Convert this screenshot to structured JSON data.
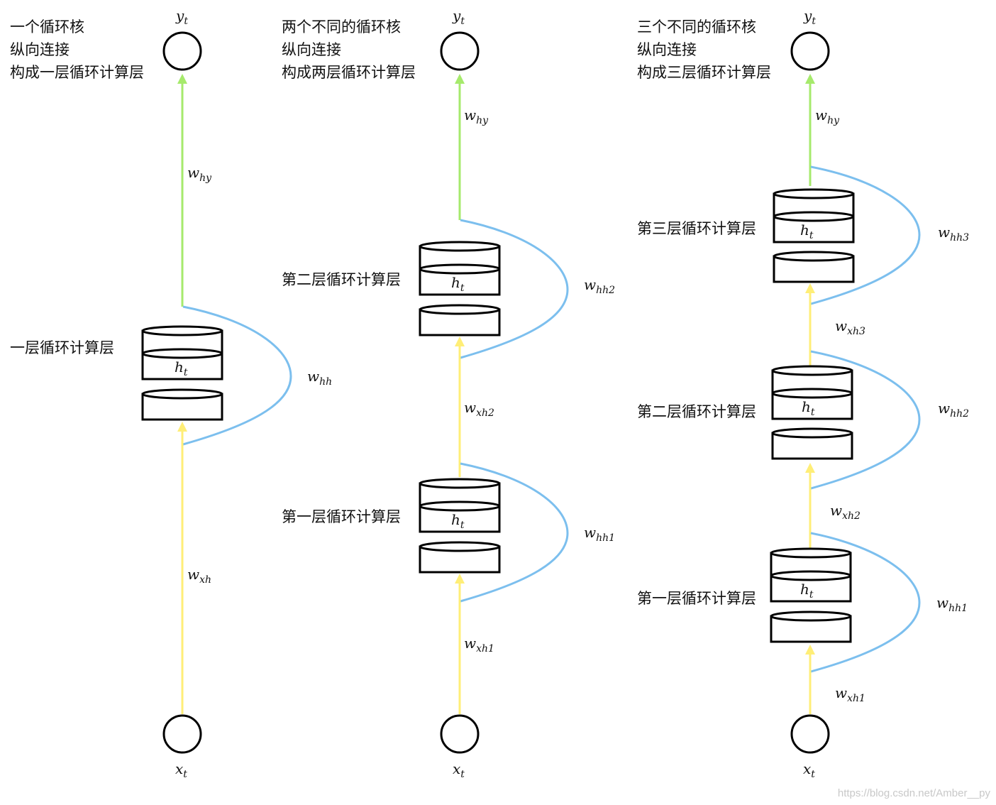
{
  "colors": {
    "input_arrow": "#ffee77",
    "output_arrow": "#a6ea6c",
    "recurrent_curve": "#7cbfee",
    "outline": "#000000"
  },
  "columns": [
    {
      "heading": [
        "一个循环核",
        "纵向连接",
        "构成一层循环计算层"
      ],
      "output": {
        "label": "y",
        "sub": "t"
      },
      "input": {
        "label": "x",
        "sub": "t"
      },
      "w_out": {
        "label": "w",
        "sub": "hy"
      },
      "layers": [
        {
          "name": "一层循环计算层",
          "state": {
            "label": "h",
            "sub": "t"
          },
          "w_rec": {
            "label": "w",
            "sub": "hh"
          },
          "w_in": {
            "label": "w",
            "sub": "xh"
          }
        }
      ]
    },
    {
      "heading": [
        "两个不同的循环核",
        "纵向连接",
        "构成两层循环计算层"
      ],
      "output": {
        "label": "y",
        "sub": "t"
      },
      "input": {
        "label": "x",
        "sub": "t"
      },
      "w_out": {
        "label": "w",
        "sub": "hy"
      },
      "layers": [
        {
          "name": "第一层循环计算层",
          "state": {
            "label": "h",
            "sub": "t"
          },
          "w_rec": {
            "label": "w",
            "sub": "hh1"
          },
          "w_in": {
            "label": "w",
            "sub": "xh1"
          }
        },
        {
          "name": "第二层循环计算层",
          "state": {
            "label": "h",
            "sub": "t"
          },
          "w_rec": {
            "label": "w",
            "sub": "hh2"
          },
          "w_in": {
            "label": "w",
            "sub": "xh2"
          }
        }
      ]
    },
    {
      "heading": [
        "三个不同的循环核",
        "纵向连接",
        "构成三层循环计算层"
      ],
      "output": {
        "label": "y",
        "sub": "t"
      },
      "input": {
        "label": "x",
        "sub": "t"
      },
      "w_out": {
        "label": "w",
        "sub": "hy"
      },
      "layers": [
        {
          "name": "第一层循环计算层",
          "state": {
            "label": "h",
            "sub": "t"
          },
          "w_rec": {
            "label": "w",
            "sub": "hh1"
          },
          "w_in": {
            "label": "w",
            "sub": "xh1"
          }
        },
        {
          "name": "第二层循环计算层",
          "state": {
            "label": "h",
            "sub": "t"
          },
          "w_rec": {
            "label": "w",
            "sub": "hh2"
          },
          "w_in": {
            "label": "w",
            "sub": "xh2"
          }
        },
        {
          "name": "第三层循环计算层",
          "state": {
            "label": "h",
            "sub": "t"
          },
          "w_rec": {
            "label": "w",
            "sub": "hh3"
          },
          "w_in": {
            "label": "w",
            "sub": "xh3"
          }
        }
      ]
    }
  ],
  "watermark": "https://blog.csdn.net/Amber__py"
}
